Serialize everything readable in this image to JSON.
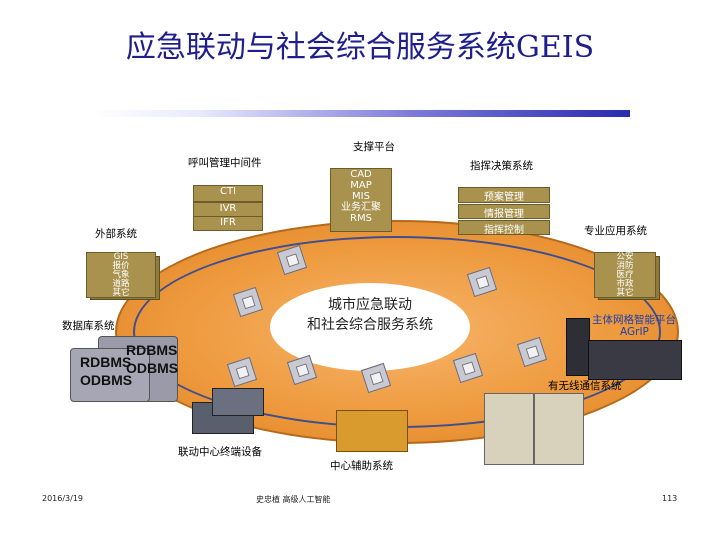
{
  "title": "应急联动与社会综合服务系统GEIS",
  "labels": {
    "support_platform": "支撑平台",
    "call_middleware": "呼叫管理中间件",
    "command_decision": "指挥决策系统",
    "external_systems": "外部系统",
    "professional_apps": "专业应用系统",
    "database_system": "数据库系统",
    "grid_platform": "主体网格智能平台",
    "grid_platform_en": "AGrIP",
    "wireless_comm": "有无线通信系统",
    "terminal_devices": "联动中心终端设备",
    "aux_system": "中心辅助系统"
  },
  "center_text": [
    "城市应急联动",
    "和社会综合服务系统"
  ],
  "middleware_items": [
    "CTI",
    "IVR",
    "IFR"
  ],
  "support_items": [
    "CAD",
    "MAP",
    "MIS",
    "业务汇聚",
    "RMS"
  ],
  "decision_items": [
    "预案管理",
    "情报管理",
    "指挥控制"
  ],
  "external_items": [
    "GIS",
    "报价",
    "气象",
    "道路",
    "其它"
  ],
  "professional_items": [
    "公安",
    "消防",
    "医疗",
    "市政",
    "其它"
  ],
  "db_items": [
    "RDBMS",
    "ODBMS",
    "RDBMS",
    "ODBMS"
  ],
  "footer": {
    "date": "2016/3/19",
    "author": "史忠植 高级人工智能",
    "page": "113"
  },
  "colors": {
    "title": "#1e1e8c",
    "oval": "#ee9a3e",
    "panel": "#a8924e",
    "accent": "#1f3fae"
  }
}
